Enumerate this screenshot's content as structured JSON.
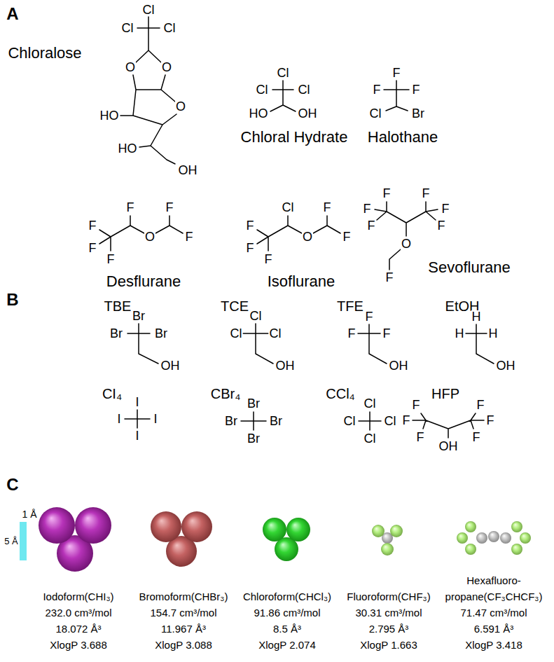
{
  "diagram": {
    "labels": [
      "A",
      "Chloralose",
      "Cl",
      "Cl",
      "Cl",
      "O",
      "O",
      "O",
      "HO",
      "HO",
      "OH",
      "Cl",
      "Cl",
      "Cl",
      "HO",
      "OH",
      "Chloral Hydrate",
      "F",
      "F",
      "F",
      "Cl",
      "Br",
      "Halothane",
      "F",
      "F",
      "F",
      "O",
      "F",
      "F",
      "F",
      "Desflurane",
      "Cl",
      "F",
      "F",
      "O",
      "F",
      "F",
      "F",
      "Isoflurane",
      "F",
      "F",
      "F",
      "F",
      "F",
      "F",
      "O",
      "F",
      "Sevoflurane",
      "B",
      "TBE",
      "Br",
      "Br",
      "Br",
      "OH",
      "TCE",
      "Cl",
      "Cl",
      "Cl",
      "OH",
      "TFE",
      "F",
      "F",
      "F",
      "OH",
      "EtOH",
      "H",
      "H",
      "H",
      "OH",
      "CI₄",
      "I",
      "I",
      "I",
      "I",
      "CBr₄",
      "Br",
      "Br",
      "Br",
      "Br",
      "CCl₄",
      "Cl",
      "Cl",
      "Cl",
      "Cl",
      "HFP",
      "F",
      "F",
      "F",
      "F",
      "F",
      "F",
      "OH",
      "C",
      "1 Å",
      "5 Å",
      "Iodoform(CHI₃)",
      "232.0 cm³/mol",
      "18.072 Å³",
      "XlogP 3.688",
      "Bromoform(CHBr₃)",
      "154.7 cm³/mol",
      "11.967 Å³",
      "XlogP 3.088",
      "Chloroform(CHCl₃)",
      "91.86 cm³/mol",
      "8.5 Å³",
      "XlogP 2.074",
      "Fluoroform(CHF₃)",
      "30.31 cm³/mol",
      "2.795 Å³",
      "XlogP 1.663",
      "Hexafluoro-",
      "propane(CF₃CHCF₃)",
      "71.47 cm³/mol",
      "6.591 Å³",
      "XlogP 3.418"
    ]
  }
}
